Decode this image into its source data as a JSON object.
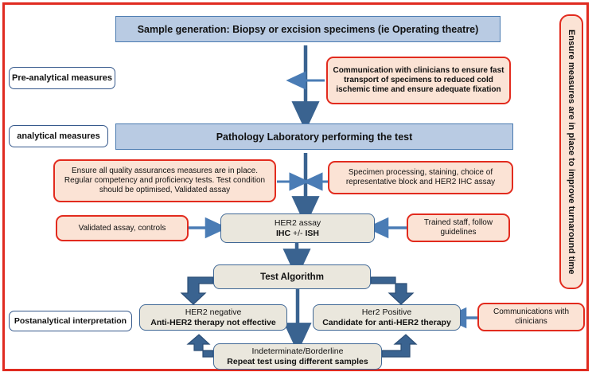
{
  "diagram": {
    "title_flow": "HER2 testing workflow",
    "colors": {
      "frame_red": "#e02b20",
      "note_fill": "#fbe3d5",
      "note_border": "#e22b1e",
      "header_fill": "#b9cbe3",
      "header_border": "#4a7ab0",
      "process_fill": "#eae7dd",
      "process_border": "#3f6795",
      "arrow_dark": "#3a6390",
      "arrow_light": "#4a7cb5"
    },
    "nodes": {
      "sample_generation": "Sample generation: Biopsy or excision specimens (ie Operating theatre)",
      "pre_analytical_label": "Pre-analytical measures",
      "analytical_label": "analytical measures",
      "postanalytical_label": "Postanalytical interpretation",
      "communication_note": "Communication with clinicians to ensure fast transport of specimens to reduced cold ischemic time and ensure adequate fixation",
      "pathology_lab": "Pathology Laboratory performing the test",
      "quality_note": "Ensure all quality assurances measures are in place. Regular competency and proficiency tests. Test condition should be optimised, Validated assay",
      "specimen_note": "Specimen processing, staining, choice of representative block  and HER2 IHC assay",
      "validated_assay_note": "Validated assay, controls",
      "trained_staff_note": "Trained staff, follow guidelines",
      "her2_assay_line1": "HER2 assay",
      "her2_assay_line2_a": "IHC",
      "her2_assay_line2_b": " +/- ",
      "her2_assay_line2_c": "ISH",
      "test_algorithm": "Test Algorithm",
      "her2_negative_line1": "HER2 negative",
      "her2_negative_line2": "Anti-HER2 therapy not effective",
      "her2_positive_line1": "Her2 Positive",
      "her2_positive_line2": "Candidate for anti-HER2 therapy",
      "indeterminate_line1": "Indeterminate/Borderline",
      "indeterminate_line2": "Repeat test using different samples",
      "communications_clinicians": "Communications with clinicians",
      "turnaround_vertical": "Ensure measures are in place to improve turnaround time"
    }
  }
}
